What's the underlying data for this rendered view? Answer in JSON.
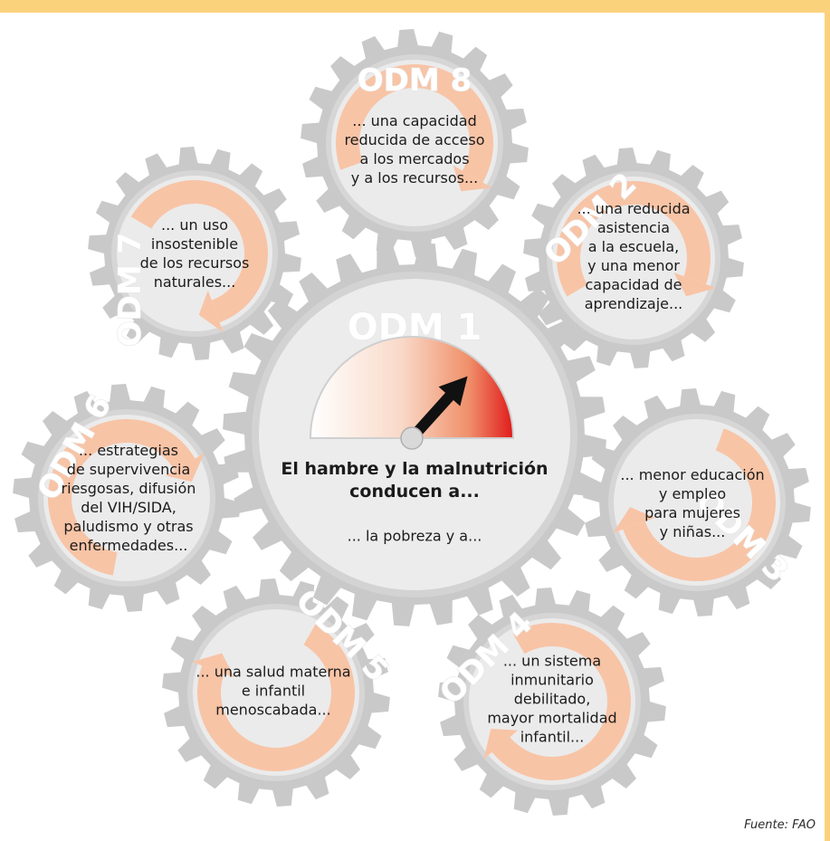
{
  "center": {
    "label": "ODM 1",
    "title": "El hambre y la malnutrición\nconducen a...",
    "subtitle": "... la pobreza y a..."
  },
  "gears": [
    {
      "id": "odm8",
      "label": "ODM 8",
      "text": "... una capacidad\nreducida de acceso\na los mercados\ny a los recursos..."
    },
    {
      "id": "odm2",
      "label": "ODM 2",
      "text": "... una reducida\nasistencia\na la escuela,\ny una menor\ncapacidad de\naprendizaje..."
    },
    {
      "id": "odm3",
      "label": "ODM 3",
      "text": "... menor educación\ny empleo\npara mujeres\ny niñas..."
    },
    {
      "id": "odm4",
      "label": "ODM 4",
      "text": "... un sistema\ninmunitario\ndebilitado,\nmayor mortalidad\ninfantil..."
    },
    {
      "id": "odm5",
      "label": "ODM 5",
      "text": "... una salud materna\ne infantil\nmenoscabada..."
    },
    {
      "id": "odm6",
      "label": "ODM 6",
      "text": "... estrategias\nde supervivencia\nriesgosas, difusión\ndel VIH/SIDA,\npaludismo y otras\nenfermedades..."
    },
    {
      "id": "odm7",
      "label": "ODM 7",
      "text": "... un uso\ninsostenible\nde los recursos\nnaturales..."
    }
  ],
  "source": "Fuente: FAO",
  "colors": {
    "gear": "#c9c9c9",
    "gear_face": "#ebebeb",
    "arrow": "#f8c4a6",
    "band": "#fbd27c",
    "gauge_hot": "#e01b1b"
  }
}
